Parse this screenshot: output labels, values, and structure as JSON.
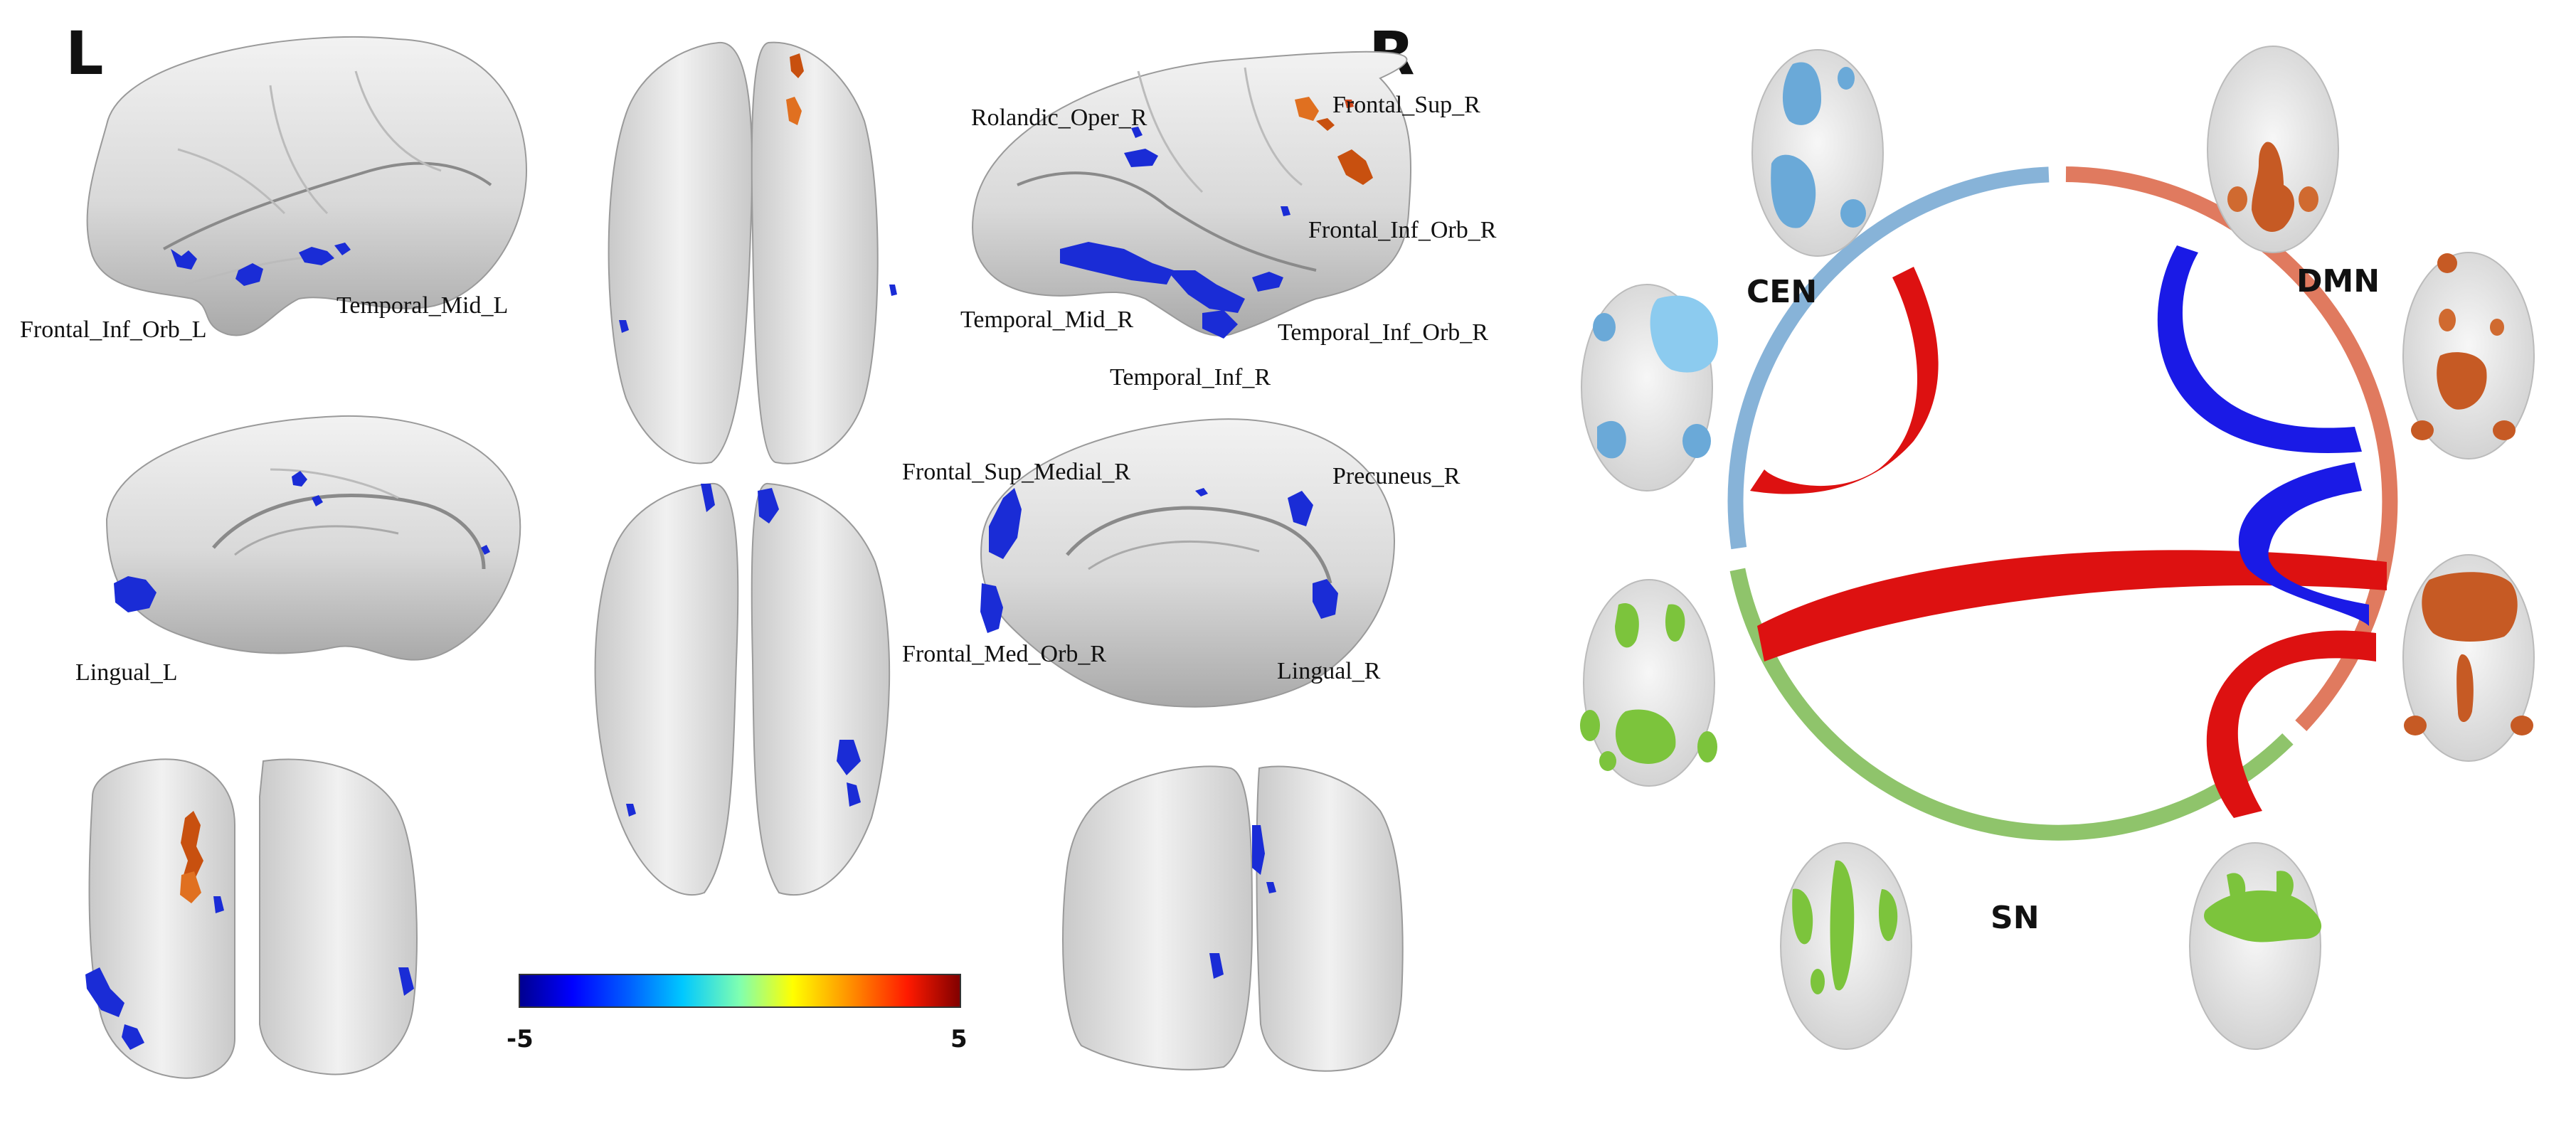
{
  "hemispheres": {
    "left": "L",
    "right": "R"
  },
  "regions": {
    "frontal_inf_orb_l": "Frontal_Inf_Orb_L",
    "temporal_mid_l": "Temporal_Mid_L",
    "lingual_l": "Lingual_L",
    "rolandic_oper_r": "Rolandic_Oper_R",
    "frontal_sup_r": "Frontal_Sup_R",
    "frontal_inf_orb_r": "Frontal_Inf_Orb_R",
    "temporal_mid_r": "Temporal_Mid_R",
    "temporal_inf_orb_r": "Temporal_Inf_Orb_R",
    "temporal_inf_r": "Temporal_Inf_R",
    "frontal_sup_medial_r": "Frontal_Sup_Medial_R",
    "precuneus_r": "Precuneus_R",
    "frontal_med_orb_r": "Frontal_Med_Orb_R",
    "lingual_r": "Lingual_R"
  },
  "colorbar": {
    "min_label": "-5",
    "max_label": "5",
    "min": -5,
    "max": 5
  },
  "networks": {
    "cen": {
      "label": "CEN",
      "color": "#87b3d8"
    },
    "dmn": {
      "label": "DMN",
      "color": "#e07a5f"
    },
    "sn": {
      "label": "SN",
      "color": "#8fc46b"
    }
  },
  "connection_colors": {
    "positive": "#dd1111",
    "negative": "#1a1ae6"
  }
}
